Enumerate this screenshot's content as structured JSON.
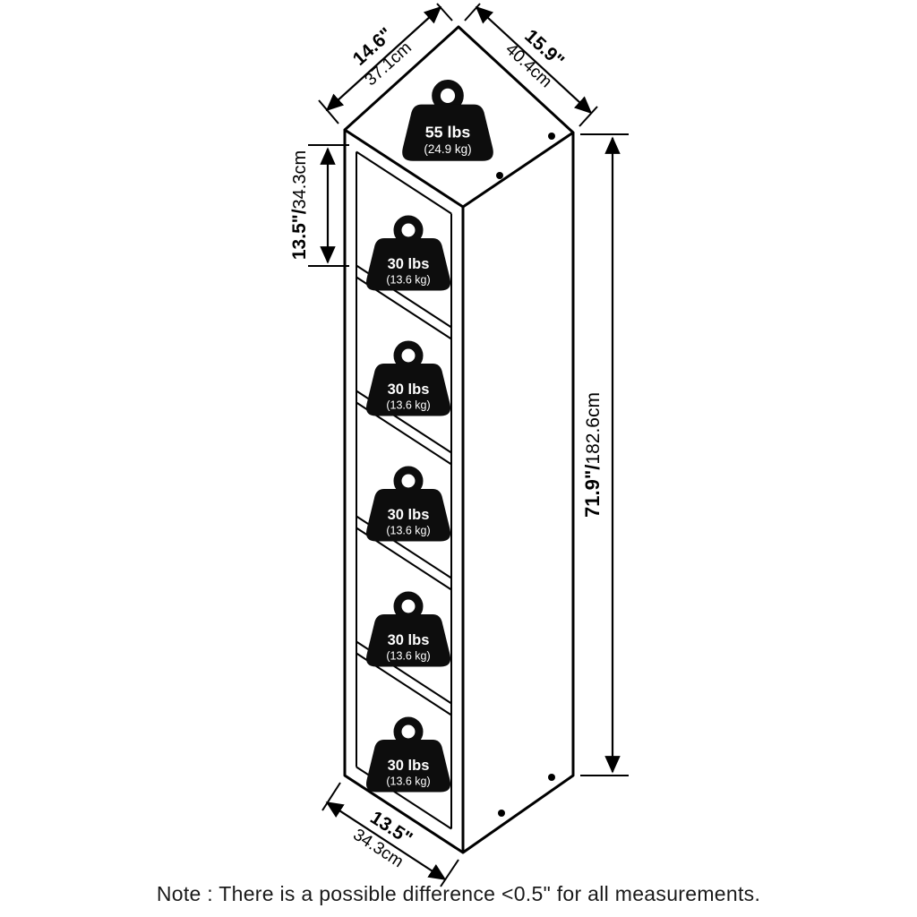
{
  "note": "Note : There is a possible difference <0.5\" for all measurements.",
  "dimensions": {
    "top_width": {
      "in": "14.6\"",
      "cm": "37.1cm"
    },
    "top_depth": {
      "in": "15.9\"",
      "cm": "40.4cm"
    },
    "cubby_height": {
      "in": "13.5\"/",
      "cm": "34.3cm"
    },
    "total_height": {
      "in": "71.9\"/",
      "cm": "182.6cm"
    },
    "bottom_depth": {
      "in": "13.5\"",
      "cm": "34.3cm"
    }
  },
  "capacity": {
    "top": {
      "lbs": "55 lbs",
      "kg": "(24.9 kg)"
    },
    "shelf": {
      "lbs": "30 lbs",
      "kg": "(13.6 kg)"
    },
    "shelf_count": 5
  },
  "colors": {
    "line": "#000000",
    "badge_fill": "#0d0d0d",
    "badge_text": "#ffffff",
    "note_text": "#1a1a1a",
    "background": "#ffffff"
  }
}
